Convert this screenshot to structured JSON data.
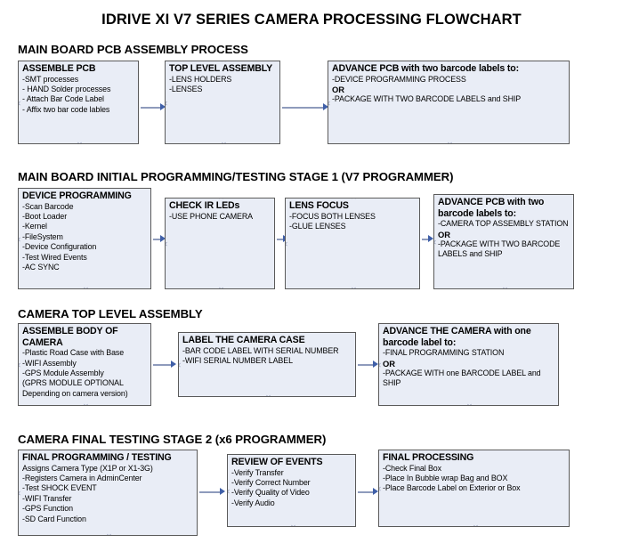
{
  "document": {
    "title": "IDRIVE XI V7 SERIES CAMERA PROCESSING FLOWCHART",
    "colors": {
      "box_fill": "#e9edf6",
      "box_border": "#5a5a5a",
      "connector_line": "#8e9bbc",
      "connector_arrowhead": "#3f5fa8",
      "text": "#000000",
      "background": "#ffffff",
      "handle": "#9aa3bd"
    }
  },
  "sections": [
    {
      "id": "main-board-pcb-assembly-process",
      "heading": "MAIN BOARD PCB ASSEMBLY PROCESS",
      "boxes": [
        {
          "id": "assemble-pcb",
          "title": "ASSEMBLE PCB",
          "lines": [
            "-SMT processes",
            "- HAND Solder processes",
            "- Attach Bar Code Label",
            "- Affix two bar code lables"
          ]
        },
        {
          "id": "top-level-assembly",
          "title": "TOP LEVEL ASSEMBLY",
          "lines": [
            "-LENS HOLDERS",
            "-LENSES"
          ]
        },
        {
          "id": "advance-pcb-two-barcode-labels",
          "title": "ADVANCE PCB with two barcode labels to:",
          "lines": [
            "-DEVICE PROGRAMMING PROCESS",
            "OR",
            "-PACKAGE WITH TWO BARCODE LABELS and SHIP"
          ],
          "bold_lines": [
            1
          ]
        }
      ]
    },
    {
      "id": "main-board-initial-programming-testing-stage-1",
      "heading": "MAIN BOARD INITIAL PROGRAMMING/TESTING STAGE 1 (V7 PROGRAMMER)",
      "boxes": [
        {
          "id": "device-programming",
          "title": "DEVICE PROGRAMMING",
          "lines": [
            "-Scan Barcode",
            "-Boot Loader",
            "-Kernel",
            "-FileSystem",
            "-Device Configuration",
            "-Test Wired Events",
            "-AC SYNC"
          ]
        },
        {
          "id": "check-ir-leds",
          "title": "CHECK IR LEDs",
          "lines": [
            "-USE PHONE CAMERA"
          ]
        },
        {
          "id": "lens-focus",
          "title": "LENS FOCUS",
          "lines": [
            "-FOCUS BOTH LENSES",
            "-GLUE LENSES"
          ]
        },
        {
          "id": "advance-pcb-to-camera-top-assembly",
          "title": "ADVANCE PCB with two barcode labels to:",
          "lines": [
            "-CAMERA TOP ASSEMBLY STATION",
            "OR",
            "-PACKAGE WITH TWO BARCODE LABELS and SHIP"
          ],
          "bold_lines": [
            1
          ]
        }
      ]
    },
    {
      "id": "camera-top-level-assembly",
      "heading": "CAMERA TOP LEVEL ASSEMBLY",
      "boxes": [
        {
          "id": "assemble-body-of-camera",
          "title": "ASSEMBLE BODY OF CAMERA",
          "lines": [
            "-Plastic Road Case with Base",
            "-WIFI Assembly",
            "-GPS Module Assembly",
            "(GPRS MODULE OPTIONAL",
            "Depending on camera version)"
          ]
        },
        {
          "id": "label-the-camera-case",
          "title": "LABEL THE CAMERA CASE",
          "lines": [
            "-BAR CODE LABEL WITH SERIAL NUMBER",
            "-WIFI SERIAL NUMBER LABEL"
          ]
        },
        {
          "id": "advance-the-camera-one-barcode-label",
          "title": "ADVANCE THE CAMERA with one barcode label to:",
          "lines": [
            "-FINAL PROGRAMMING STATION",
            "OR",
            "-PACKAGE WITH one BARCODE LABEL and SHIP"
          ],
          "bold_lines": [
            1
          ]
        }
      ]
    },
    {
      "id": "camera-final-testing-stage-2",
      "heading": "CAMERA FINAL TESTING STAGE 2 (x6 PROGRAMMER)",
      "boxes": [
        {
          "id": "final-programming-testing",
          "title": "FINAL PROGRAMMING / TESTING",
          "lines": [
            "Assigns Camera Type (X1P or X1-3G)",
            "-Registers Camera in AdminCenter",
            "-Test SHOCK EVENT",
            "-WIFI Transfer",
            "-GPS Function",
            "-SD Card Function"
          ]
        },
        {
          "id": "review-of-events",
          "title": "REVIEW OF EVENTS",
          "lines": [
            "-Verify Transfer",
            "-Verify Correct Number",
            "-Verify Quality of Video",
            "-Verify Audio"
          ]
        },
        {
          "id": "final-processing",
          "title": "FINAL PROCESSING",
          "lines": [
            " -Check Final Box",
            "-Place In Bubble wrap Bag and BOX",
            "-Place Barcode Label on Exterior or Box"
          ]
        }
      ]
    }
  ]
}
